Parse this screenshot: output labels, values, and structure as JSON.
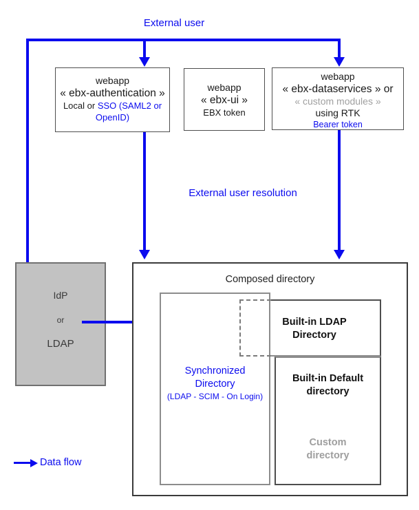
{
  "colors": {
    "flow_blue": "#0b0bee",
    "gray_text": "#a0a0a0",
    "idp_fill": "#c2c2c2"
  },
  "top": {
    "external_user_label": "External user"
  },
  "webapps": {
    "auth": {
      "line1": "webapp",
      "line2": "« ebx-authentication »",
      "line3_prefix": "Local or ",
      "line3_sso": "SSO (SAML2 or OpenID)"
    },
    "ui": {
      "line1": "webapp",
      "line2": "« ebx-ui »",
      "line3": "EBX token"
    },
    "dataservices": {
      "line1": "webapp",
      "line2": "« ebx-dataservices » or",
      "line3": "« custom modules »",
      "line4": "using RTK",
      "line5": "Bearer token"
    }
  },
  "middle": {
    "resolution_label": "External user resolution"
  },
  "idp": {
    "line1": "IdP",
    "line2": "or",
    "line3": "LDAP"
  },
  "composed": {
    "title": "Composed directory",
    "synchronized": {
      "line1": "Synchronized",
      "line2": "Directory",
      "line3": "(LDAP - SCIM - On Login)"
    },
    "builtin_ldap": {
      "line1": "Built-in LDAP",
      "line2": "Directory"
    },
    "builtin_default": {
      "line1": "Built-in Default",
      "line2": "directory"
    },
    "custom": {
      "line1": "Custom",
      "line2": "directory"
    }
  },
  "legend": {
    "data_flow_label": "Data flow"
  }
}
